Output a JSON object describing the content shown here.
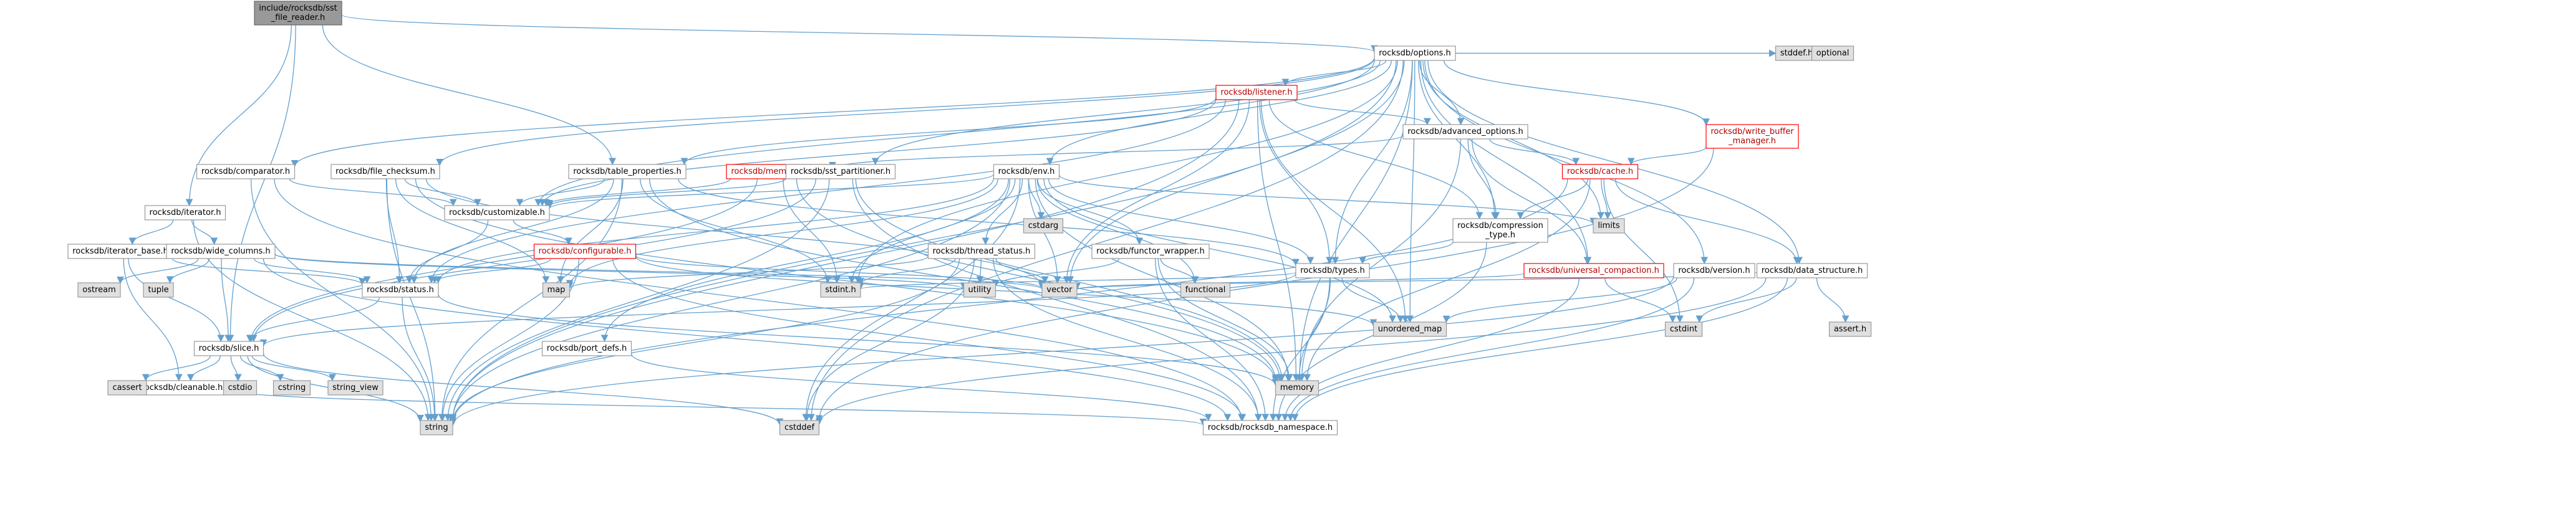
{
  "colors": {
    "root_fill": "#999999",
    "normal_fill": "#ffffff",
    "system_fill": "#e0e0e0",
    "normal_stroke": "#999999",
    "system_stroke": "#999999",
    "red_stroke": "#ff0000",
    "red_text": "#b40000",
    "text": "#000000",
    "edge": "#63a0cf"
  },
  "nodes": [
    {
      "id": "root",
      "kind": "root",
      "lines": [
        "include/rocksdb/sst",
        "_file_reader.h"
      ]
    },
    {
      "id": "options",
      "kind": "normal",
      "lines": [
        "rocksdb/options.h"
      ]
    },
    {
      "id": "iterator",
      "kind": "normal",
      "lines": [
        "rocksdb/iterator.h"
      ]
    },
    {
      "id": "comparator",
      "kind": "normal",
      "lines": [
        "rocksdb/comparator.h"
      ]
    },
    {
      "id": "file_checksum",
      "kind": "normal",
      "lines": [
        "rocksdb/file_checksum.h"
      ]
    },
    {
      "id": "table_properties",
      "kind": "normal",
      "lines": [
        "rocksdb/table_properties.h"
      ]
    },
    {
      "id": "listener",
      "kind": "red",
      "lines": [
        "rocksdb/listener.h"
      ]
    },
    {
      "id": "advanced_options",
      "kind": "normal",
      "lines": [
        "rocksdb/advanced_options.h"
      ]
    },
    {
      "id": "memtablerep",
      "kind": "red",
      "lines": [
        "rocksdb/memtablerep.h"
      ]
    },
    {
      "id": "sst_partitioner",
      "kind": "normal",
      "lines": [
        "rocksdb/sst_partitioner.h"
      ]
    },
    {
      "id": "env",
      "kind": "normal",
      "lines": [
        "rocksdb/env.h"
      ]
    },
    {
      "id": "cache",
      "kind": "red",
      "lines": [
        "rocksdb/cache.h"
      ]
    },
    {
      "id": "write_buffer_manager",
      "kind": "red",
      "lines": [
        "rocksdb/write_buffer",
        "_manager.h"
      ]
    },
    {
      "id": "compression_type",
      "kind": "normal",
      "lines": [
        "rocksdb/compression",
        "_type.h"
      ]
    },
    {
      "id": "customizable",
      "kind": "normal",
      "lines": [
        "rocksdb/customizable.h"
      ]
    },
    {
      "id": "configurable",
      "kind": "red",
      "lines": [
        "rocksdb/configurable.h"
      ]
    },
    {
      "id": "iterator_base",
      "kind": "normal",
      "lines": [
        "rocksdb/iterator_base.h"
      ]
    },
    {
      "id": "wide_columns",
      "kind": "normal",
      "lines": [
        "rocksdb/wide_columns.h"
      ]
    },
    {
      "id": "status",
      "kind": "normal",
      "lines": [
        "rocksdb/status.h"
      ]
    },
    {
      "id": "thread_status",
      "kind": "normal",
      "lines": [
        "rocksdb/thread_status.h"
      ]
    },
    {
      "id": "functor_wrapper",
      "kind": "normal",
      "lines": [
        "rocksdb/functor_wrapper.h"
      ]
    },
    {
      "id": "types",
      "kind": "normal",
      "lines": [
        "rocksdb/types.h"
      ]
    },
    {
      "id": "universal_compaction",
      "kind": "red",
      "lines": [
        "rocksdb/universal_compaction.h"
      ]
    },
    {
      "id": "version",
      "kind": "normal",
      "lines": [
        "rocksdb/version.h"
      ]
    },
    {
      "id": "data_structure",
      "kind": "normal",
      "lines": [
        "rocksdb/data_structure.h"
      ]
    },
    {
      "id": "slice",
      "kind": "normal",
      "lines": [
        "rocksdb/slice.h"
      ]
    },
    {
      "id": "port_defs",
      "kind": "normal",
      "lines": [
        "rocksdb/port_defs.h"
      ]
    },
    {
      "id": "cleanable",
      "kind": "normal",
      "lines": [
        "rocksdb/cleanable.h"
      ]
    },
    {
      "id": "rocksdb_namespace",
      "kind": "normal",
      "lines": [
        "rocksdb/rocksdb_namespace.h"
      ]
    },
    {
      "id": "stddef_h",
      "kind": "system",
      "lines": [
        "stddef.h"
      ]
    },
    {
      "id": "optional",
      "kind": "system",
      "lines": [
        "optional"
      ]
    },
    {
      "id": "limits",
      "kind": "system",
      "lines": [
        "limits"
      ]
    },
    {
      "id": "cstdarg",
      "kind": "system",
      "lines": [
        "cstdarg"
      ]
    },
    {
      "id": "ostream",
      "kind": "system",
      "lines": [
        "ostream"
      ]
    },
    {
      "id": "tuple",
      "kind": "system",
      "lines": [
        "tuple"
      ]
    },
    {
      "id": "map",
      "kind": "system",
      "lines": [
        "map"
      ]
    },
    {
      "id": "utility",
      "kind": "system",
      "lines": [
        "utility"
      ]
    },
    {
      "id": "vector",
      "kind": "system",
      "lines": [
        "vector"
      ]
    },
    {
      "id": "stdint_h",
      "kind": "system",
      "lines": [
        "stdint.h"
      ]
    },
    {
      "id": "functional",
      "kind": "system",
      "lines": [
        "functional"
      ]
    },
    {
      "id": "unordered_map",
      "kind": "system",
      "lines": [
        "unordered_map"
      ]
    },
    {
      "id": "cstdint",
      "kind": "system",
      "lines": [
        "cstdint"
      ]
    },
    {
      "id": "assert_h",
      "kind": "system",
      "lines": [
        "assert.h"
      ]
    },
    {
      "id": "memory",
      "kind": "system",
      "lines": [
        "memory"
      ]
    },
    {
      "id": "cassert",
      "kind": "system",
      "lines": [
        "cassert"
      ]
    },
    {
      "id": "cstdio",
      "kind": "system",
      "lines": [
        "cstdio"
      ]
    },
    {
      "id": "cstring",
      "kind": "system",
      "lines": [
        "cstring"
      ]
    },
    {
      "id": "string_view",
      "kind": "system",
      "lines": [
        "string_view"
      ]
    },
    {
      "id": "string",
      "kind": "system",
      "lines": [
        "string"
      ]
    },
    {
      "id": "cstddef",
      "kind": "system",
      "lines": [
        "cstddef"
      ]
    }
  ],
  "edges": [
    [
      "root",
      "options"
    ],
    [
      "root",
      "iterator"
    ],
    [
      "root",
      "table_properties"
    ],
    [
      "root",
      "slice"
    ],
    [
      "options",
      "stddef_h"
    ],
    [
      "options",
      "optional"
    ],
    [
      "options",
      "limits"
    ],
    [
      "options",
      "listener"
    ],
    [
      "options",
      "advanced_options"
    ],
    [
      "options",
      "comparator"
    ],
    [
      "options",
      "file_checksum"
    ],
    [
      "options",
      "sst_partitioner"
    ],
    [
      "options",
      "env"
    ],
    [
      "options",
      "write_buffer_manager"
    ],
    [
      "options",
      "compression_type"
    ],
    [
      "options",
      "customizable"
    ],
    [
      "options",
      "types"
    ],
    [
      "options",
      "universal_compaction"
    ],
    [
      "options",
      "version"
    ],
    [
      "options",
      "data_structure"
    ],
    [
      "options",
      "memory"
    ],
    [
      "options",
      "string"
    ],
    [
      "options",
      "unordered_map"
    ],
    [
      "options",
      "vector"
    ],
    [
      "options",
      "stdint_h"
    ],
    [
      "options",
      "cstddef"
    ],
    [
      "listener",
      "advanced_options"
    ],
    [
      "listener",
      "compression_type"
    ],
    [
      "listener",
      "customizable"
    ],
    [
      "listener",
      "status"
    ],
    [
      "listener",
      "table_properties"
    ],
    [
      "listener",
      "types"
    ],
    [
      "listener",
      "memory"
    ],
    [
      "listener",
      "string"
    ],
    [
      "listener",
      "unordered_map"
    ],
    [
      "listener",
      "vector"
    ],
    [
      "advanced_options",
      "memtablerep"
    ],
    [
      "advanced_options",
      "cache"
    ],
    [
      "advanced_options",
      "compression_type"
    ],
    [
      "advanced_options",
      "universal_compaction"
    ],
    [
      "advanced_options",
      "memory"
    ],
    [
      "cache",
      "limits"
    ],
    [
      "cache",
      "compression_type"
    ],
    [
      "cache",
      "data_structure"
    ],
    [
      "cache",
      "memory"
    ],
    [
      "cache",
      "string"
    ],
    [
      "cache",
      "cstdint"
    ],
    [
      "write_buffer_manager",
      "cache"
    ],
    [
      "write_buffer_manager",
      "cstddef"
    ],
    [
      "compression_type",
      "types"
    ],
    [
      "compression_type",
      "rocksdb_namespace"
    ],
    [
      "comparator",
      "customizable"
    ],
    [
      "comparator",
      "rocksdb_namespace"
    ],
    [
      "comparator",
      "string"
    ],
    [
      "file_checksum",
      "customizable"
    ],
    [
      "file_checksum",
      "status"
    ],
    [
      "file_checksum",
      "map"
    ],
    [
      "file_checksum",
      "memory"
    ],
    [
      "file_checksum",
      "string"
    ],
    [
      "file_checksum",
      "vector"
    ],
    [
      "table_properties",
      "customizable"
    ],
    [
      "table_properties",
      "status"
    ],
    [
      "table_properties",
      "types"
    ],
    [
      "table_properties",
      "map"
    ],
    [
      "table_properties",
      "memory"
    ],
    [
      "table_properties",
      "string"
    ],
    [
      "table_properties",
      "stdint_h"
    ],
    [
      "memtablerep",
      "customizable"
    ],
    [
      "memtablerep",
      "slice"
    ],
    [
      "memtablerep",
      "stdint_h"
    ],
    [
      "memtablerep",
      "memory"
    ],
    [
      "sst_partitioner",
      "customizable"
    ],
    [
      "sst_partitioner",
      "slice"
    ],
    [
      "sst_partitioner",
      "rocksdb_namespace"
    ],
    [
      "sst_partitioner",
      "memory"
    ],
    [
      "sst_partitioner",
      "string"
    ],
    [
      "env",
      "cstdarg"
    ],
    [
      "env",
      "limits"
    ],
    [
      "env",
      "customizable"
    ],
    [
      "env",
      "functor_wrapper"
    ],
    [
      "env",
      "port_defs"
    ],
    [
      "env",
      "status"
    ],
    [
      "env",
      "thread_status"
    ],
    [
      "env",
      "types"
    ],
    [
      "env",
      "functional"
    ],
    [
      "env",
      "memory"
    ],
    [
      "env",
      "string"
    ],
    [
      "env",
      "vector"
    ],
    [
      "env",
      "stdint_h"
    ],
    [
      "env",
      "map"
    ],
    [
      "env",
      "cstddef"
    ],
    [
      "env",
      "unordered_map"
    ],
    [
      "customizable",
      "configurable"
    ],
    [
      "customizable",
      "status"
    ],
    [
      "configurable",
      "rocksdb_namespace"
    ],
    [
      "configurable",
      "status"
    ],
    [
      "configurable",
      "string"
    ],
    [
      "configurable",
      "unordered_map"
    ],
    [
      "configurable",
      "vector"
    ],
    [
      "iterator",
      "iterator_base"
    ],
    [
      "iterator",
      "wide_columns"
    ],
    [
      "iterator",
      "string"
    ],
    [
      "iterator_base",
      "cleanable"
    ],
    [
      "iterator_base",
      "slice"
    ],
    [
      "iterator_base",
      "status"
    ],
    [
      "wide_columns",
      "ostream"
    ],
    [
      "wide_columns",
      "tuple"
    ],
    [
      "wide_columns",
      "utility"
    ],
    [
      "wide_columns",
      "vector"
    ],
    [
      "wide_columns",
      "rocksdb_namespace"
    ],
    [
      "wide_columns",
      "slice"
    ],
    [
      "wide_columns",
      "status"
    ],
    [
      "status",
      "memory"
    ],
    [
      "status",
      "string"
    ],
    [
      "status",
      "slice"
    ],
    [
      "thread_status",
      "cstddef"
    ],
    [
      "thread_status",
      "map"
    ],
    [
      "thread_status",
      "string"
    ],
    [
      "thread_status",
      "utility"
    ],
    [
      "thread_status",
      "vector"
    ],
    [
      "thread_status",
      "rocksdb_namespace"
    ],
    [
      "thread_status",
      "stdint_h"
    ],
    [
      "functor_wrapper",
      "functional"
    ],
    [
      "functor_wrapper",
      "memory"
    ],
    [
      "functor_wrapper",
      "utility"
    ],
    [
      "functor_wrapper",
      "rocksdb_namespace"
    ],
    [
      "types",
      "memory"
    ],
    [
      "types",
      "unordered_map"
    ],
    [
      "types",
      "rocksdb_namespace"
    ],
    [
      "types",
      "slice"
    ],
    [
      "types",
      "stdint_h"
    ],
    [
      "universal_compaction",
      "cstdint"
    ],
    [
      "universal_compaction",
      "vector"
    ],
    [
      "universal_compaction",
      "rocksdb_namespace"
    ],
    [
      "version",
      "string"
    ],
    [
      "version",
      "unordered_map"
    ],
    [
      "version",
      "rocksdb_namespace"
    ],
    [
      "data_structure",
      "assert_h"
    ],
    [
      "data_structure",
      "cstddef"
    ],
    [
      "data_structure",
      "cstdint"
    ],
    [
      "data_structure",
      "vector"
    ],
    [
      "data_structure",
      "rocksdb_namespace"
    ],
    [
      "slice",
      "cassert"
    ],
    [
      "slice",
      "cstdio"
    ],
    [
      "slice",
      "cstring"
    ],
    [
      "slice",
      "string_view"
    ],
    [
      "slice",
      "string"
    ],
    [
      "slice",
      "cstddef"
    ],
    [
      "slice",
      "cleanable"
    ],
    [
      "port_defs",
      "rocksdb_namespace"
    ],
    [
      "cleanable",
      "rocksdb_namespace"
    ]
  ]
}
